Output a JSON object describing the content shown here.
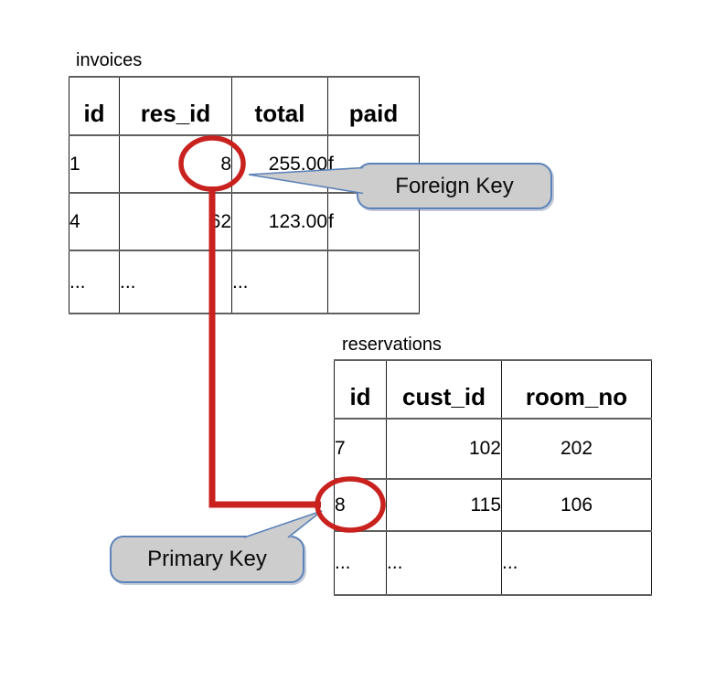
{
  "tables": {
    "invoices": {
      "title": "invoices",
      "headers": [
        "id",
        "res_id",
        "total",
        "paid"
      ],
      "rows": [
        [
          "1",
          "8",
          "255.00",
          "f"
        ],
        [
          "4",
          "62",
          "123.00",
          "f"
        ],
        [
          "...",
          "...",
          "...",
          ""
        ]
      ]
    },
    "reservations": {
      "title": "reservations",
      "headers": [
        "id",
        "cust_id",
        "room_no"
      ],
      "rows": [
        [
          "7",
          "102",
          "202"
        ],
        [
          "8",
          "115",
          "106"
        ],
        [
          "...",
          "...",
          "..."
        ]
      ]
    }
  },
  "callouts": {
    "foreign_key_label": "Foreign Key",
    "primary_key_label": "Primary Key"
  },
  "colors": {
    "highlight_red": "#c9211e",
    "callout_fill": "#cdcdcd",
    "callout_border": "#5b82ba"
  }
}
